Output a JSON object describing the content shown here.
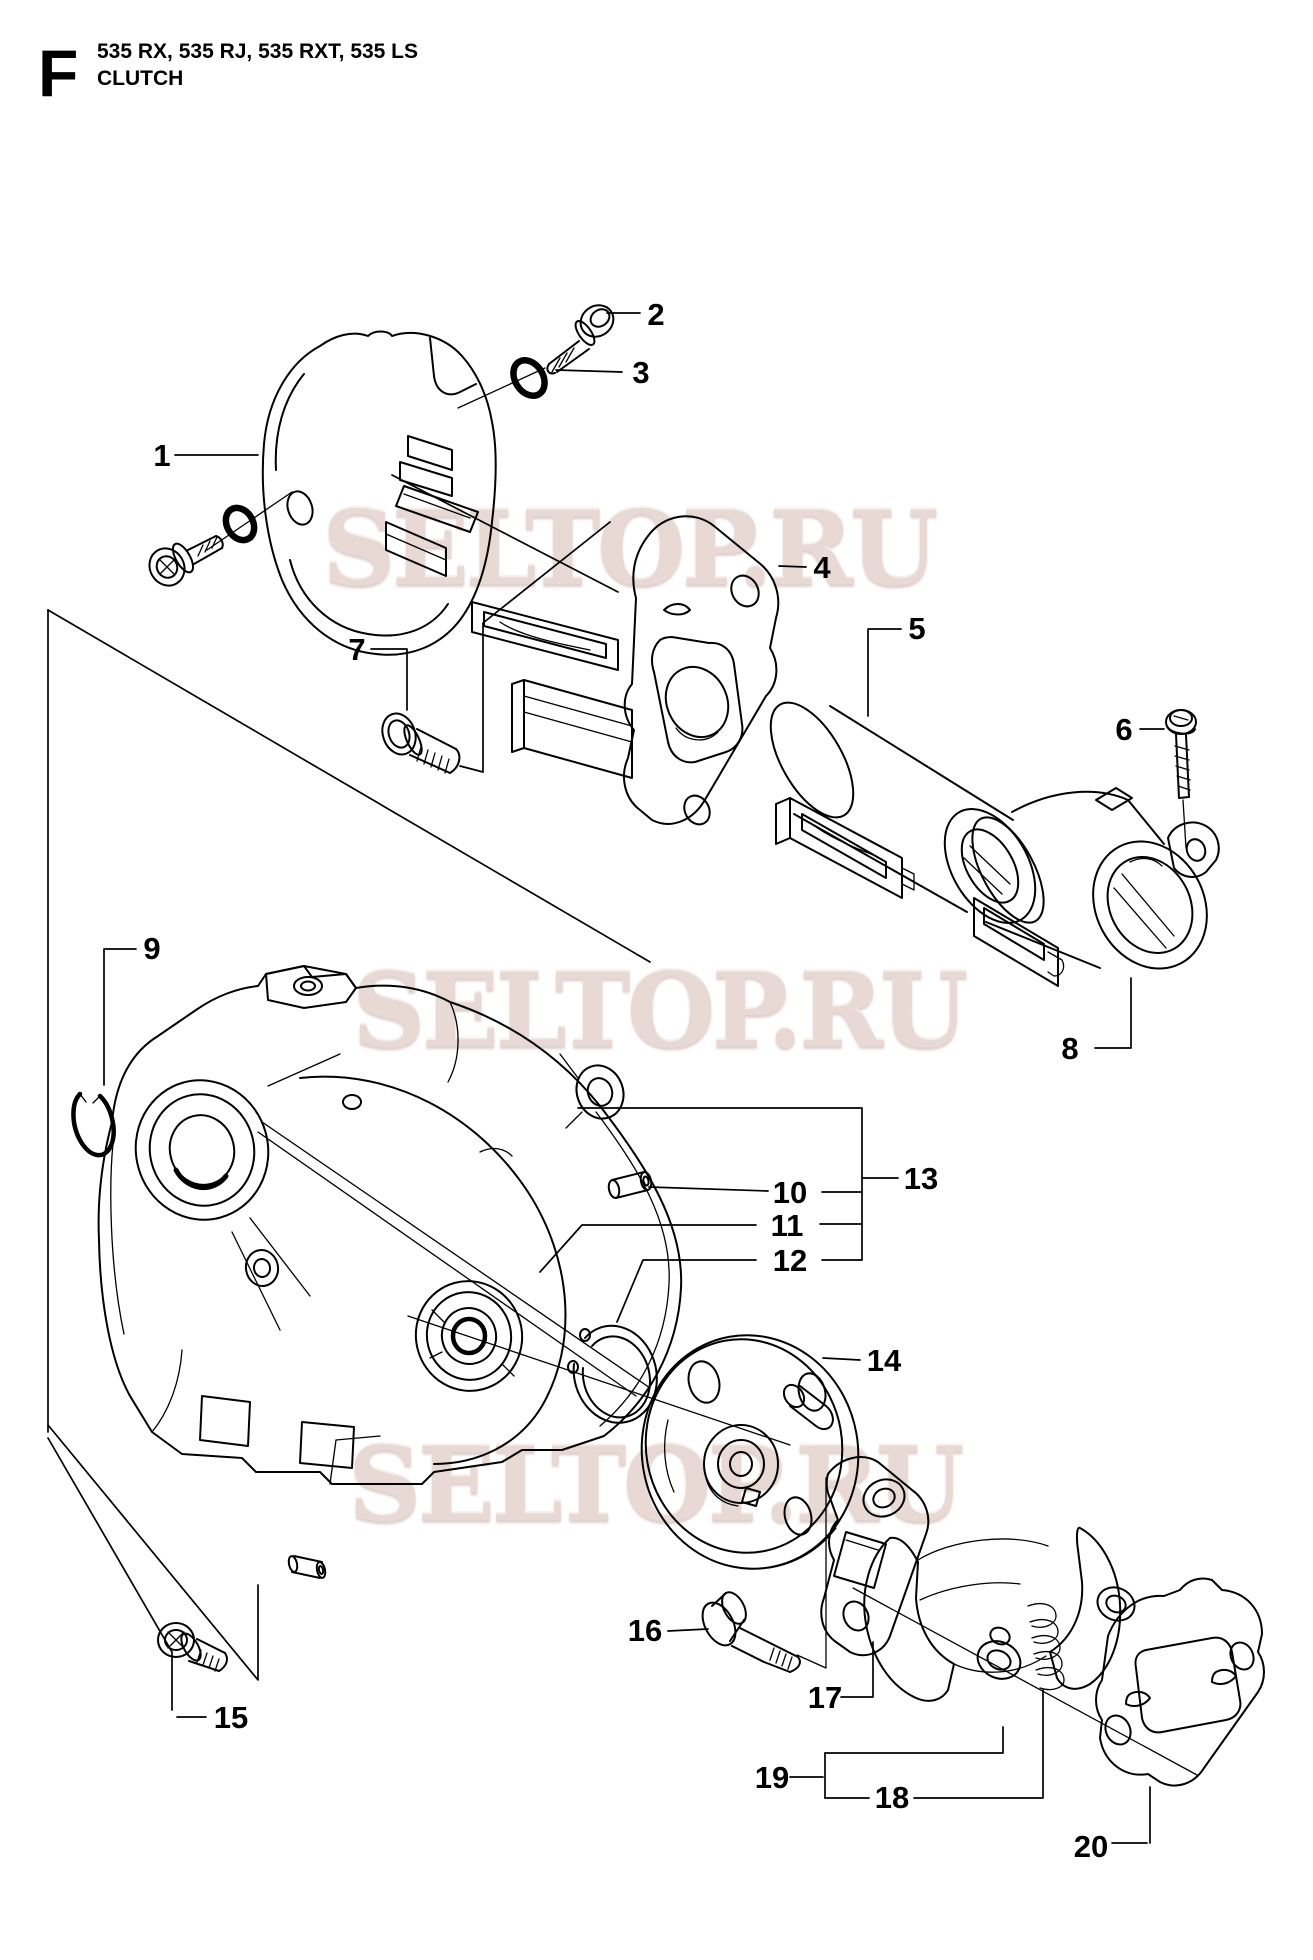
{
  "header": {
    "section_letter": "F",
    "models": "535 RX, 535 RJ, 535 RXT, 535 LS",
    "section_title": "CLUTCH"
  },
  "watermark": {
    "text": "SELTOP.RU",
    "color": "#e8d9d5"
  },
  "diagram": {
    "type": "exploded-parts-diagram",
    "line_color": "#000000",
    "background": "#ffffff"
  },
  "callouts": {
    "c1": {
      "label": "1"
    },
    "c2": {
      "label": "2"
    },
    "c3": {
      "label": "3"
    },
    "c4": {
      "label": "4"
    },
    "c5": {
      "label": "5"
    },
    "c6": {
      "label": "6"
    },
    "c7": {
      "label": "7"
    },
    "c8": {
      "label": "8"
    },
    "c9": {
      "label": "9"
    },
    "c10": {
      "label": "10"
    },
    "c11": {
      "label": "11"
    },
    "c12": {
      "label": "12"
    },
    "c13": {
      "label": "13"
    },
    "c14": {
      "label": "14"
    },
    "c15": {
      "label": "15"
    },
    "c16": {
      "label": "16"
    },
    "c17": {
      "label": "17"
    },
    "c18": {
      "label": "18"
    },
    "c19": {
      "label": "19"
    },
    "c20": {
      "label": "20"
    }
  }
}
